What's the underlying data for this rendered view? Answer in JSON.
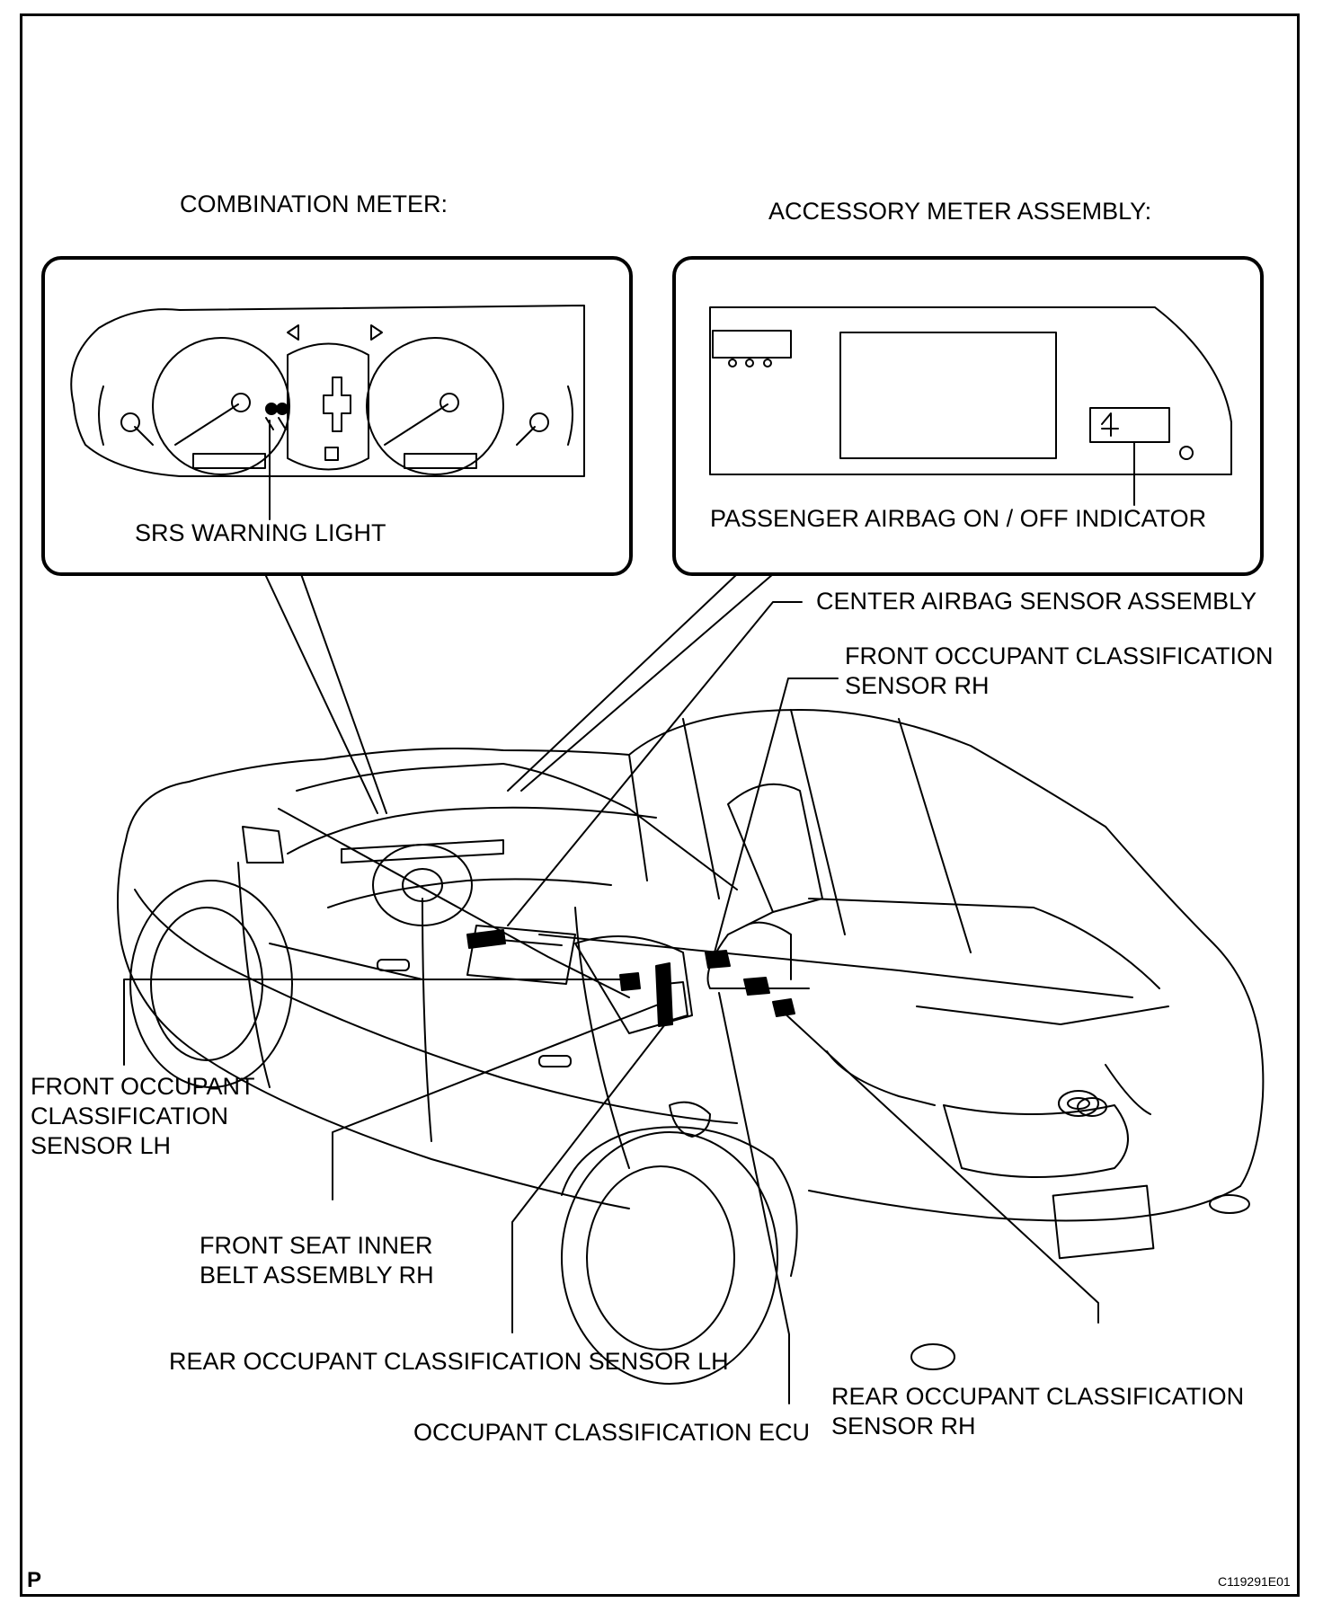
{
  "headings": {
    "combination_meter": "COMBINATION METER:",
    "accessory_meter": "ACCESSORY METER ASSEMBLY:"
  },
  "callouts": {
    "srs_warning_light": "SRS WARNING LIGHT",
    "passenger_airbag_indicator": "PASSENGER AIRBAG ON / OFF INDICATOR",
    "center_airbag_sensor": "CENTER AIRBAG SENSOR ASSEMBLY",
    "front_occupant_sensor_rh": "FRONT OCCUPANT CLASSIFICATION\nSENSOR RH",
    "front_occupant_sensor_lh": "FRONT OCCUPANT\nCLASSIFICATION\nSENSOR LH",
    "front_seat_inner_belt_rh": "FRONT SEAT INNER\nBELT ASSEMBLY RH",
    "rear_occupant_sensor_lh": "REAR OCCUPANT CLASSIFICATION SENSOR LH",
    "rear_occupant_sensor_rh": "REAR OCCUPANT CLASSIFICATION\nSENSOR RH",
    "occupant_classification_ecu": "OCCUPANT CLASSIFICATION ECU"
  },
  "footer": {
    "page_mark": "P",
    "figure_code": "C119291E01"
  }
}
